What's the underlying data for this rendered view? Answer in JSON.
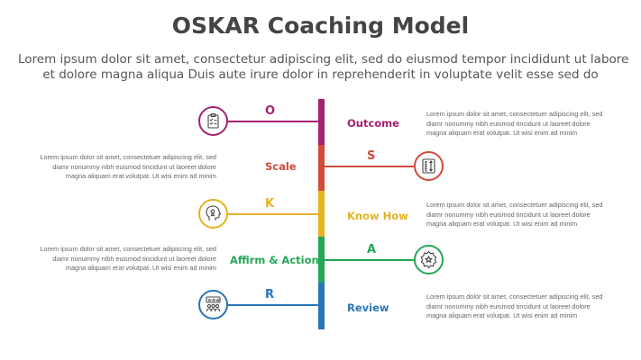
{
  "title": "OSKAR Coaching Model",
  "subtitle": [
    "Lorem ipsum dolor sit amet, consectetur adipiscing elit, sed do eiusmod tempor incididunt ut labore",
    "et dolore magna aliqua Duis aute irure dolor in reprehenderit in voluptate velit esse sed do"
  ],
  "colors": {
    "o": "#a3226e",
    "s": "#cf4b3a",
    "k": "#e3b321",
    "a": "#25a756",
    "r": "#2a74b8",
    "text": "#444444"
  },
  "steps": [
    {
      "letter": "O",
      "label": "Outcome",
      "side": "left",
      "icon": "clipboard-icon",
      "desc": [
        "Lorem ipsum dolor sit amet, consectetuer adipiscing elit, sed",
        "diamr nonummy nibh euismod tincidunt ut laoreet dolore",
        "magna aliquam erat volutpat. Ut wisi enim ad minim"
      ]
    },
    {
      "letter": "S",
      "label": "Scale",
      "side": "right",
      "icon": "scale-icon",
      "desc": [
        "Lorem ipsum dolor sit amet, consectetuer adipiscing elit, sed",
        "diamr nonummy nibh euismod tincidunt ut laoreet dolore",
        "magna aliquam erat volutpat. Ut wisi enim ad minim"
      ]
    },
    {
      "letter": "K",
      "label": "Know How",
      "side": "left",
      "icon": "head-keyhole-icon",
      "desc": [
        "Lorem ipsum dolor sit amet, consectetuer adipiscing elit, sed",
        "diamr nonummy nibh euismod tincidunt ut laoreet dolore",
        "magna aliquam erat volutpat. Ut wisi enim ad minim"
      ]
    },
    {
      "letter": "A",
      "label": "Affirm & Action",
      "side": "right",
      "icon": "badge-star-icon",
      "desc": [
        "Lorem ipsum dolor sit amet, consectetuer adipiscing elit, sed",
        "diamr nonummy nibh euismod tincidunt ut laoreet dolore",
        "magna aliquam erat volutpat. Ut wisi enim ad minim"
      ]
    },
    {
      "letter": "R",
      "label": "Review",
      "side": "left",
      "icon": "review-people-icon",
      "desc": [
        "Lorem ipsum dolor sit amet, consectetuer adipiscing elit, sed",
        "diamr nonummy nibh euismod tincidunt ut laoreet dolore",
        "magna aliquam erat volutpat. Ut wisi enim ad minim"
      ]
    }
  ]
}
